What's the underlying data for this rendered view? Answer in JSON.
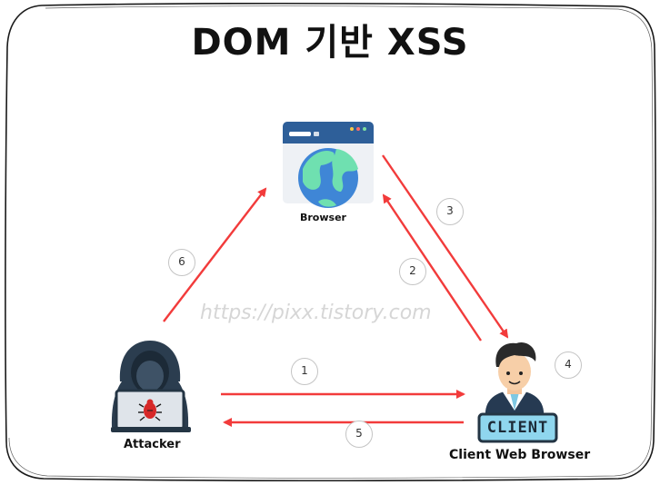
{
  "title": "DOM 기반 XSS",
  "watermark": "https://pixx.tistory.com",
  "nodes": {
    "browser": {
      "label": "Browser",
      "icon": "globe-browser-icon"
    },
    "attacker": {
      "label": "Attacker",
      "icon": "hooded-hacker-laptop-icon"
    },
    "client": {
      "label": "Client Web Browser",
      "icon": "client-user-icon",
      "badge": "CLIENT"
    }
  },
  "steps": [
    {
      "number": "1",
      "from": "Attacker",
      "to": "Client Web Browser"
    },
    {
      "number": "2",
      "from": "Client Web Browser",
      "to": "Browser"
    },
    {
      "number": "3",
      "from": "Browser",
      "to": "Client Web Browser"
    },
    {
      "number": "4",
      "from": "Client Web Browser",
      "to": "Client Web Browser"
    },
    {
      "number": "5",
      "from": "Client Web Browser",
      "to": "Attacker"
    },
    {
      "number": "6",
      "from": "Attacker",
      "to": "Browser"
    }
  ],
  "colors": {
    "arrow": "#f23b3b",
    "globe_water": "#3f86d6",
    "globe_land": "#6fe0b0",
    "browser_bar": "#2e5f99",
    "hacker_hood": "#2b3d4f",
    "client_badge": "#8fd6ee"
  }
}
